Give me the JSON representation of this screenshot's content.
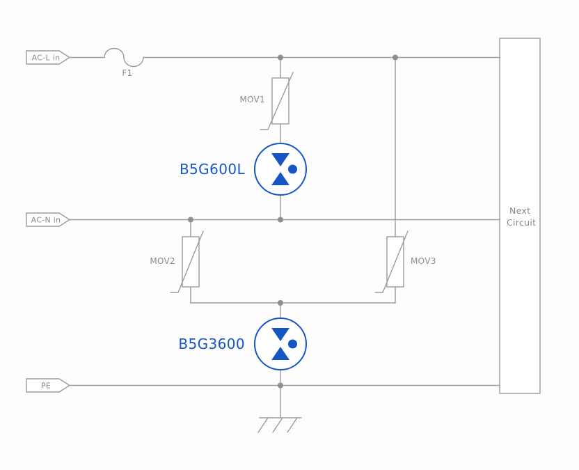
{
  "diagram": {
    "terminals": {
      "ac_l": "AC-L in",
      "ac_n": "AC-N in",
      "pe": "PE"
    },
    "components": {
      "fuse": "F1",
      "mov1": "MOV1",
      "mov2": "MOV2",
      "mov3": "MOV3",
      "gdt1": "B5G600L",
      "gdt2": "B5G3600"
    },
    "next_circuit": {
      "line1": "Next",
      "line2": "Circuit"
    }
  },
  "colors": {
    "wire": "#9b9b9b",
    "label": "#8a8a8a",
    "accent": "#1656c4",
    "junction": "#8f8f8f",
    "background": "#fdfdfd"
  }
}
